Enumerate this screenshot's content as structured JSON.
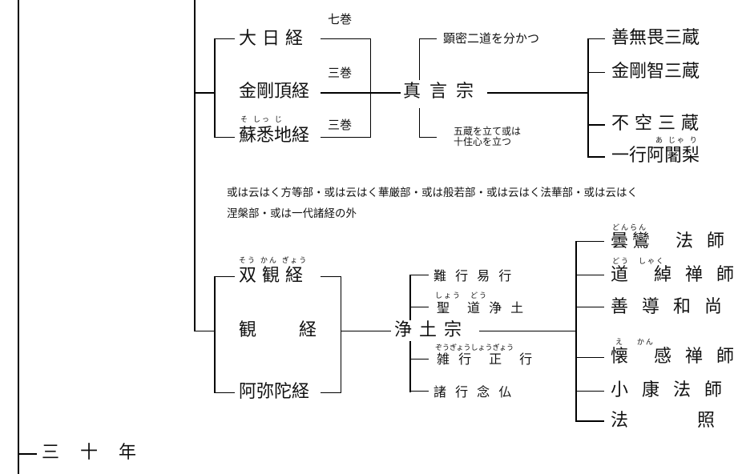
{
  "shingon": {
    "sutras": [
      {
        "name": "大 日 経",
        "volumes": "七巻"
      },
      {
        "name": "金剛頂経",
        "volumes": "三巻"
      },
      {
        "name": "蘇悉地経",
        "volumes": "三巻",
        "ruby": "そ しっ じ"
      }
    ],
    "sect": "真 言 宗",
    "doctrines": [
      "顕密二道を分かつ",
      "五蔵を立て或は\n十住心を立つ"
    ],
    "masters": [
      {
        "name": "善無畏三蔵"
      },
      {
        "name": "金剛智三蔵"
      },
      {
        "name": "不 空 三 蔵"
      },
      {
        "name": "一行阿闍梨",
        "ruby": "あ じゃ り"
      }
    ]
  },
  "note": [
    "或は云はく方等部・或は云はく華厳部・或は般若部・或は云はく法華部・或は云はく",
    "涅槃部・或は一代諸経の外"
  ],
  "jodo": {
    "sutras": [
      {
        "name": "双 観 経",
        "ruby": "そう かん ぎょう"
      },
      {
        "name": "観　　経"
      },
      {
        "name": "阿弥陀経"
      }
    ],
    "sect": "浄 土 宗",
    "doctrines": [
      {
        "name": "難 行 易 行"
      },
      {
        "name": "聖　道 浄 土",
        "ruby": "しょう　どう"
      },
      {
        "name": "雑 行　正　行",
        "ruby": "ぞうぎょうしょうぎょう"
      },
      {
        "name": "諸 行 念 仏"
      }
    ],
    "masters": [
      {
        "name": "曇鸞　法 師",
        "ruby": "どんらん"
      },
      {
        "name": "道　綽 禅 師",
        "ruby": "どう　しゃく"
      },
      {
        "name": "善 導 和 尚"
      },
      {
        "name": "懐　感 禅 師",
        "ruby": "え　 かん"
      },
      {
        "name": "小 康 法 師"
      },
      {
        "name": "法　　　照"
      }
    ]
  },
  "bottom": "三　十　年"
}
